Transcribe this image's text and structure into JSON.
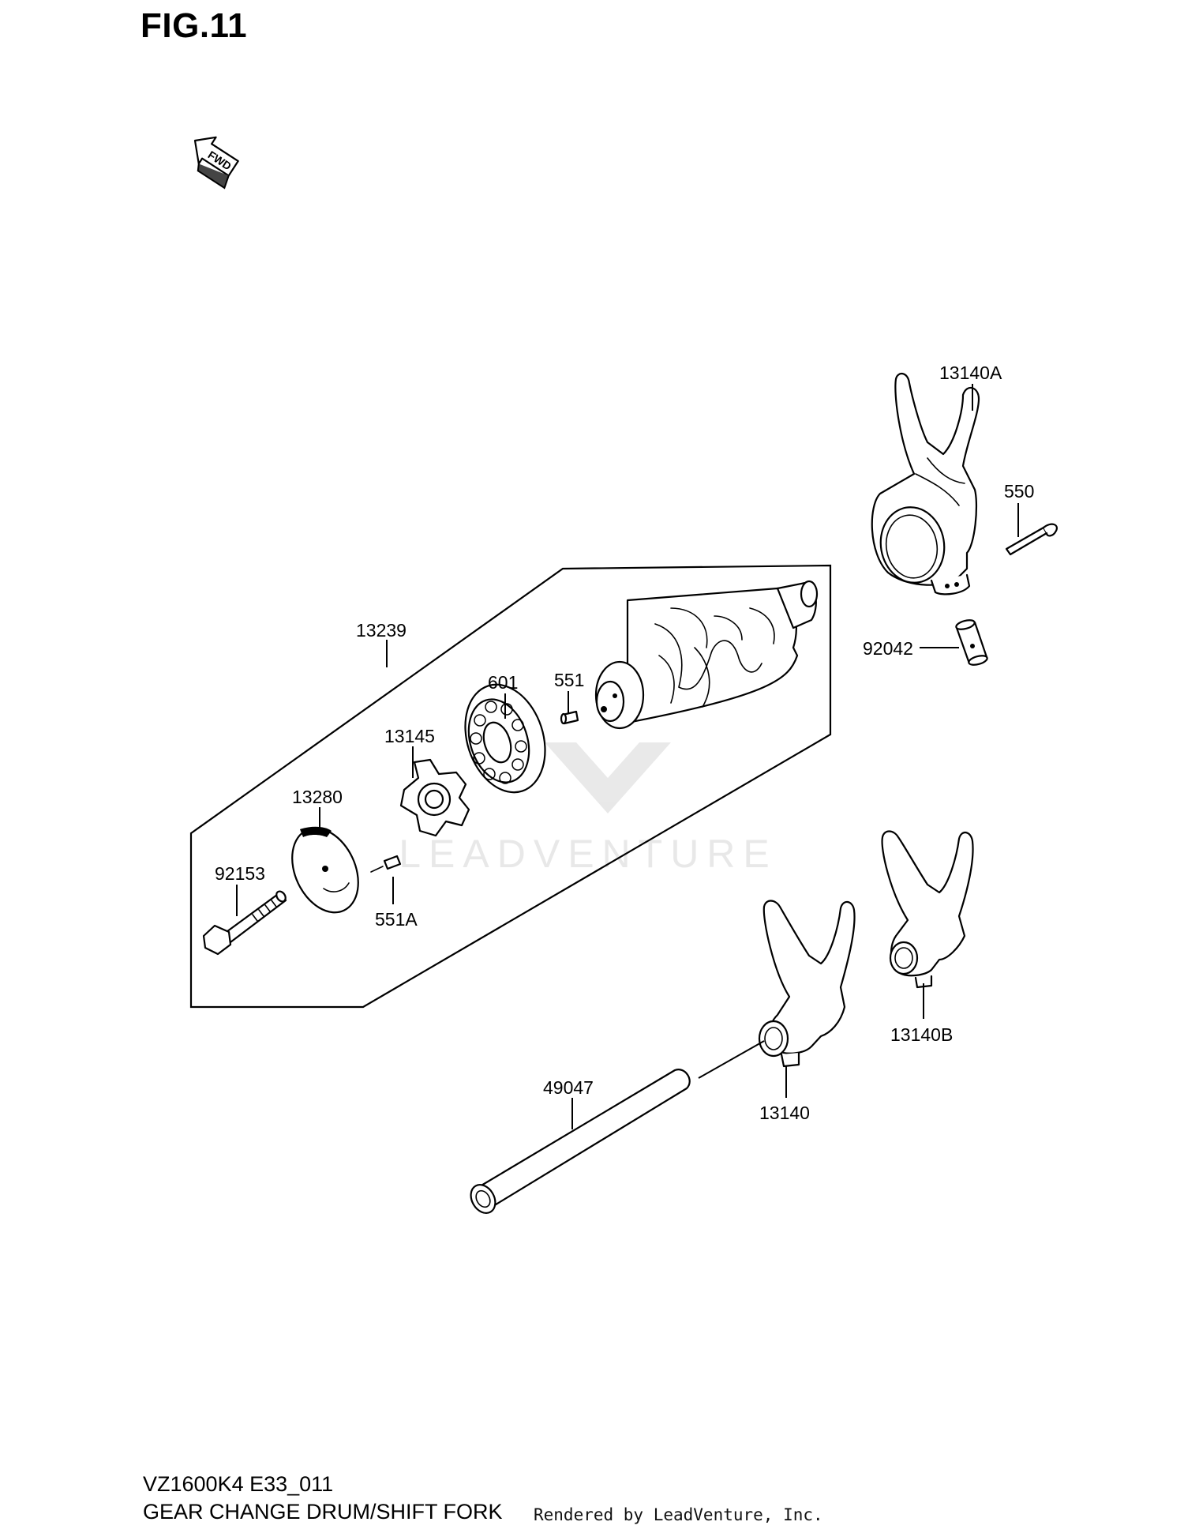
{
  "title": "FIG.11",
  "fwd_badge": "FWD",
  "watermark": "LEADVENTURE",
  "footer": {
    "model_code": "VZ1600K4 E33_011",
    "caption": "GEAR CHANGE DRUM/SHIFT FORK",
    "credit": "Rendered by LeadVenture, Inc."
  },
  "parts": {
    "p13140A": "13140A",
    "p550": "550",
    "p92042": "92042",
    "p13239": "13239",
    "p601": "601",
    "p551": "551",
    "p13145": "13145",
    "p13280": "13280",
    "p92153": "92153",
    "p551A": "551A",
    "p13140B": "13140B",
    "p49047": "49047",
    "p13140": "13140"
  }
}
